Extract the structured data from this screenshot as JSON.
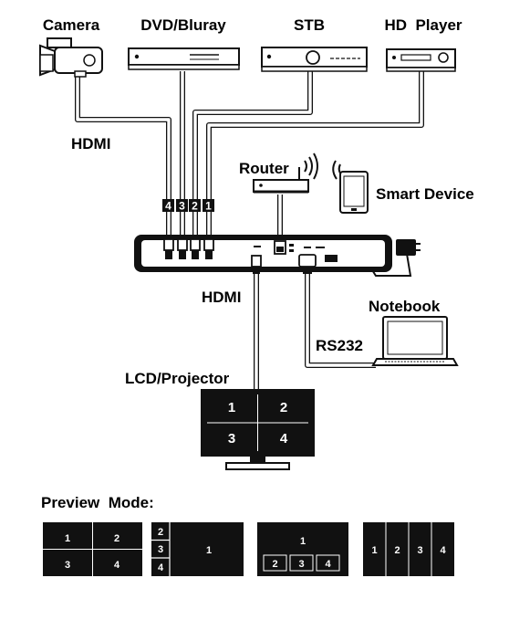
{
  "sources": {
    "camera": "Camera",
    "dvd": "DVD/Bluray",
    "stb": "STB",
    "hd_player": "HD  Player"
  },
  "labels": {
    "hdmi_in": "HDMI",
    "router": "Router",
    "smart_device": "Smart Device",
    "hdmi_out": "HDMI",
    "notebook": "Notebook",
    "rs232": "RS232",
    "display": "LCD/Projector",
    "preview_mode": "Preview  Mode:"
  },
  "input_ports": [
    "4",
    "3",
    "2",
    "1"
  ],
  "display_quad": [
    "1",
    "2",
    "3",
    "4"
  ],
  "preview_modes": {
    "quad": [
      "1",
      "2",
      "3",
      "4"
    ],
    "side_pip": [
      "2",
      "3",
      "4",
      "1"
    ],
    "bottom_pip": [
      "1",
      "2",
      "3",
      "4"
    ],
    "columns": [
      "1",
      "2",
      "3",
      "4"
    ]
  },
  "colors": {
    "ink": "#000000",
    "device_fill": "#ffffff",
    "panel": "#000000"
  }
}
